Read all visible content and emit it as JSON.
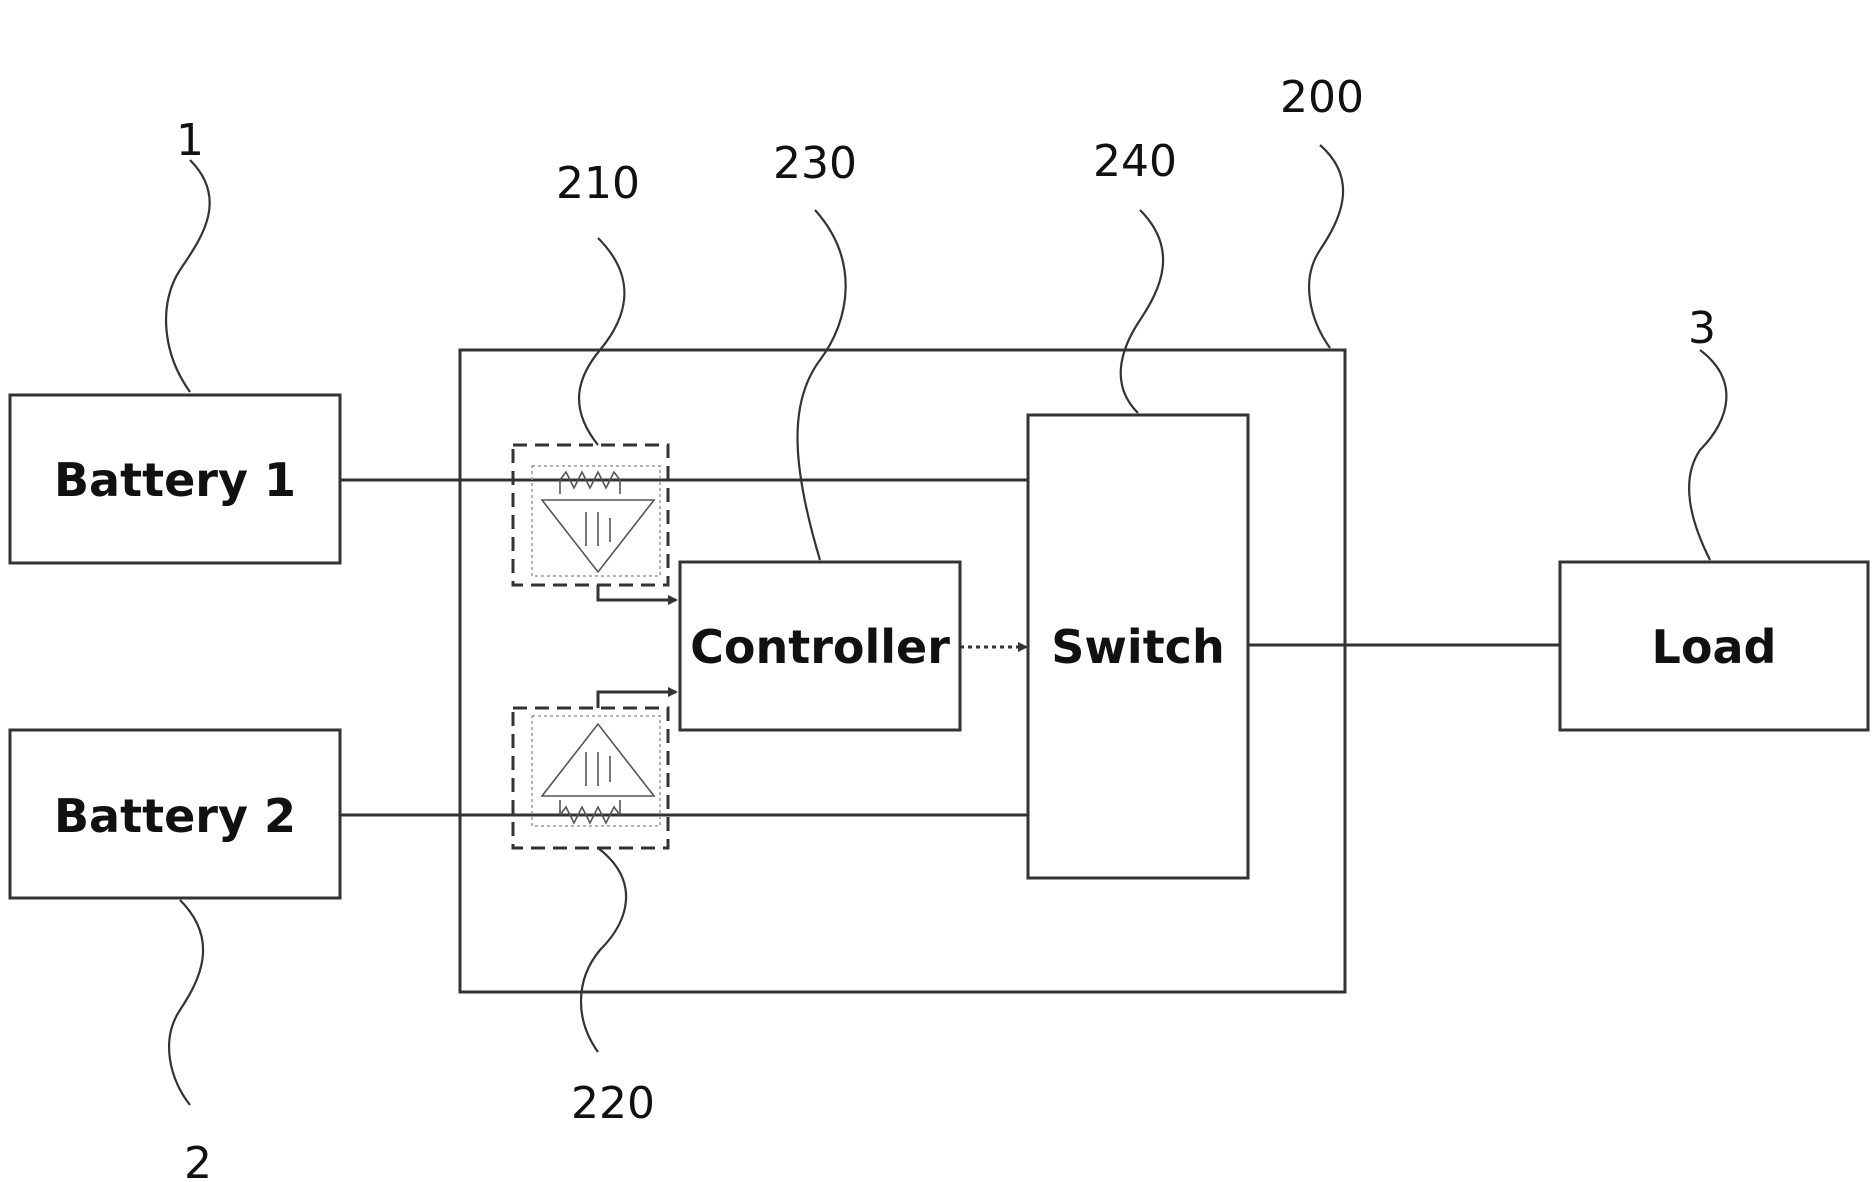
{
  "labels": {
    "battery1": "Battery 1",
    "battery2": "Battery 2",
    "controller": "Controller",
    "switch": "Switch",
    "load": "Load"
  },
  "refs": {
    "battery1": "1",
    "battery2": "2",
    "load": "3",
    "module": "200",
    "sensor1": "210",
    "sensor2": "220",
    "controller": "230",
    "switch": "240"
  }
}
